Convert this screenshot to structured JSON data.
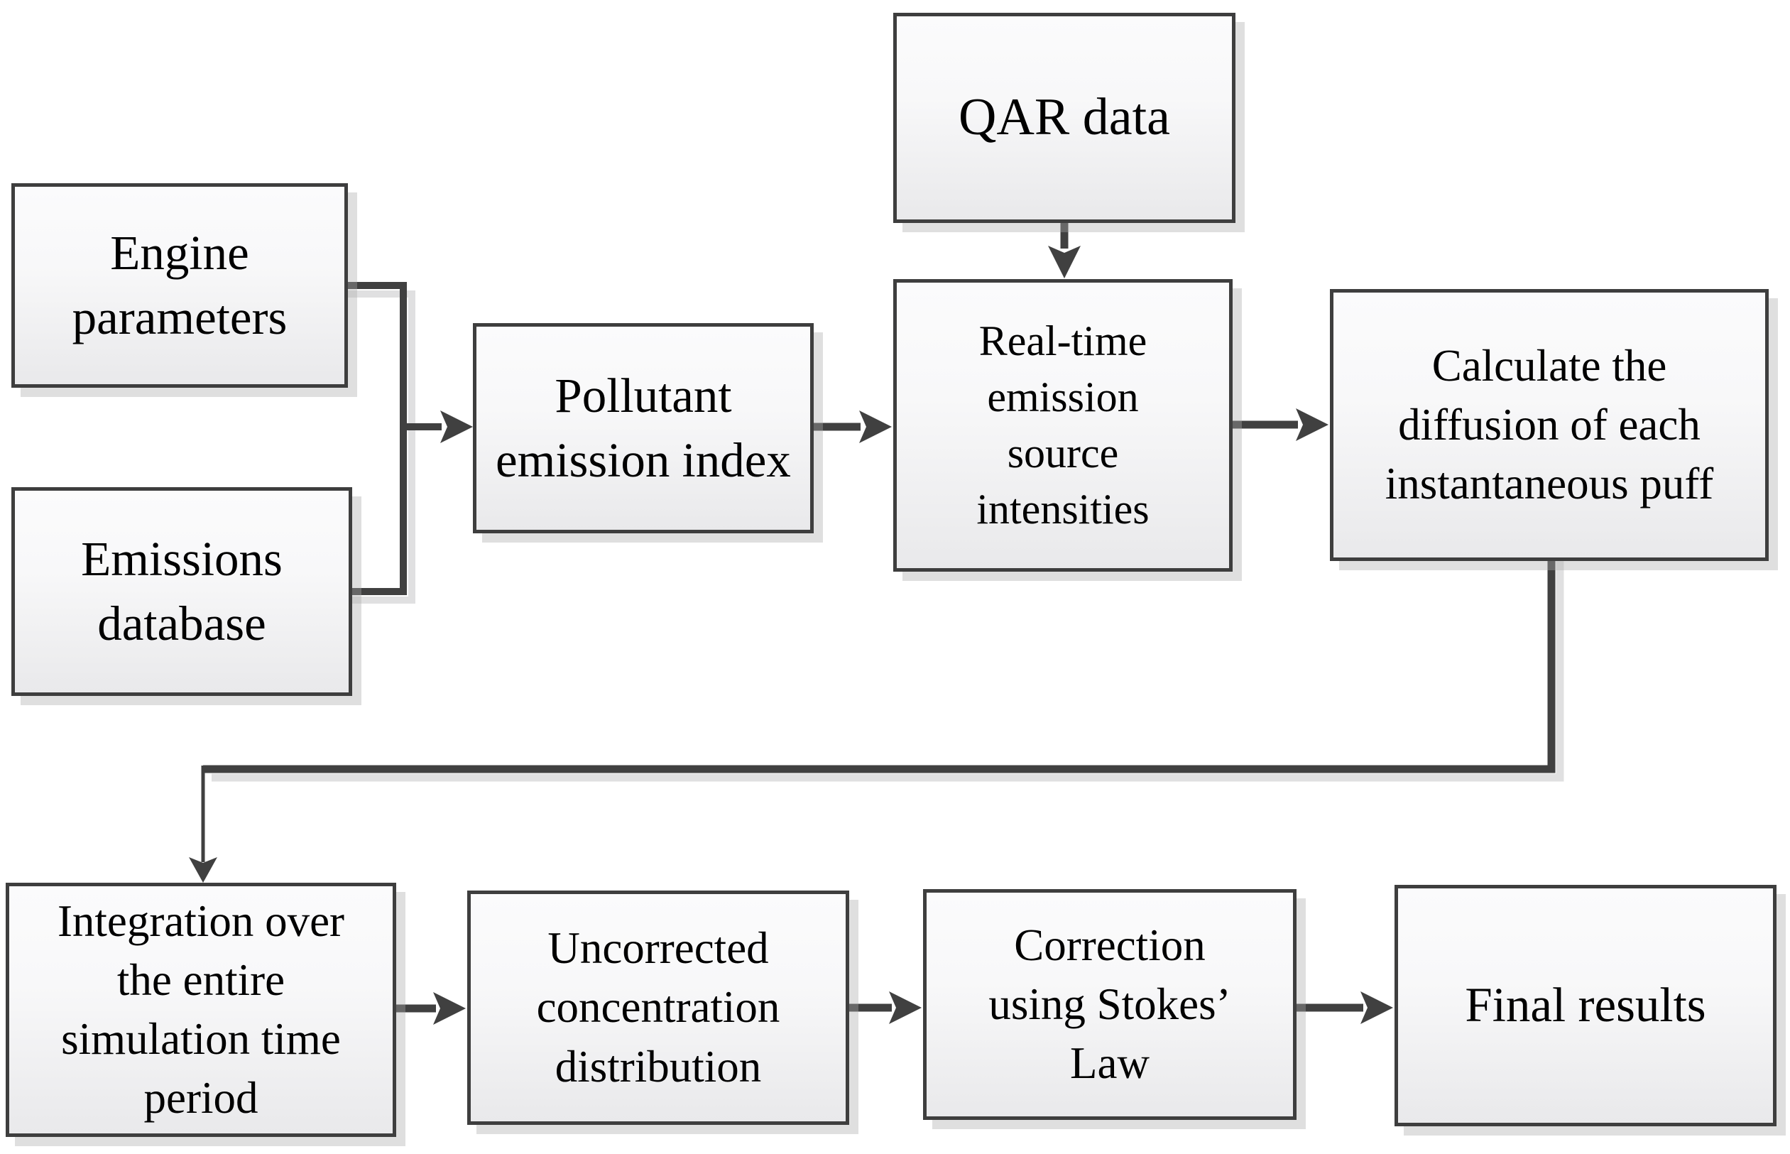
{
  "diagram": {
    "type": "flowchart",
    "background": "#ffffff",
    "colors": {
      "box_border": "#3e3e3e",
      "box_fill_top": "#fbfbfc",
      "box_fill_bottom": "#e9e9eb",
      "box_shadow": "#d9d9da",
      "connector": "#404040",
      "text": "#000000"
    },
    "nodes": {
      "engine_parameters": {
        "label": "Engine parameters"
      },
      "emissions_database": {
        "label": "Emissions database"
      },
      "pollutant_emission_index": {
        "label": "Pollutant emission index"
      },
      "qar_data": {
        "label": "QAR data"
      },
      "real_time_emission": {
        "label": "Real-time emission source intensities"
      },
      "calculate_diffusion": {
        "label": "Calculate the diffusion of each instantaneous puff"
      },
      "integration": {
        "label": "Integration over the entire simulation time period"
      },
      "uncorrected_concentration": {
        "label": "Uncorrected concentration distribution"
      },
      "correction_stokes": {
        "label": "Correction using Stokes’ Law"
      },
      "final_results": {
        "label": "Final results"
      }
    },
    "edges": [
      {
        "from": "engine_parameters",
        "to": "pollutant_emission_index",
        "style": "elbow-merge"
      },
      {
        "from": "emissions_database",
        "to": "pollutant_emission_index",
        "style": "elbow-merge"
      },
      {
        "from": "qar_data",
        "to": "real_time_emission",
        "style": "straight-down"
      },
      {
        "from": "pollutant_emission_index",
        "to": "real_time_emission",
        "style": "straight-right"
      },
      {
        "from": "real_time_emission",
        "to": "calculate_diffusion",
        "style": "straight-right"
      },
      {
        "from": "calculate_diffusion",
        "to": "integration",
        "style": "elbow-down-left-down"
      },
      {
        "from": "integration",
        "to": "uncorrected_concentration",
        "style": "straight-right"
      },
      {
        "from": "uncorrected_concentration",
        "to": "correction_stokes",
        "style": "straight-right"
      },
      {
        "from": "correction_stokes",
        "to": "final_results",
        "style": "straight-right"
      }
    ]
  }
}
